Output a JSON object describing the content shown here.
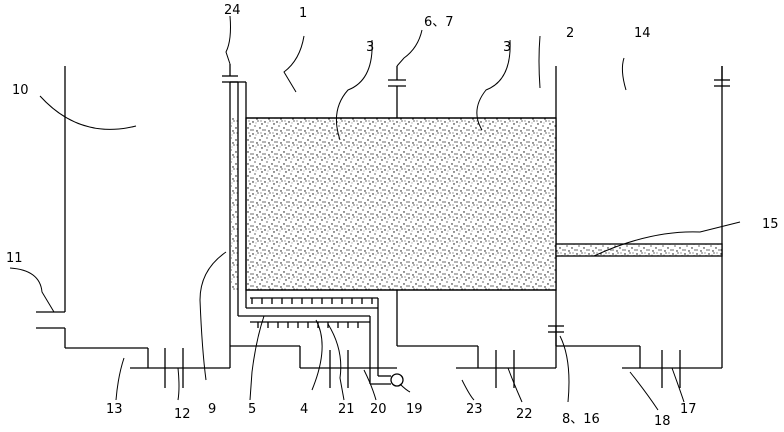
{
  "labels": {
    "l1": "1",
    "l2": "2",
    "l3a": "3",
    "l3b": "3",
    "l4": "4",
    "l5": "5",
    "l6_7": "6、7",
    "l8_16": "8、16",
    "l9": "9",
    "l10": "10",
    "l11": "11",
    "l12": "12",
    "l13": "13",
    "l14": "14",
    "l15": "15",
    "l17": "17",
    "l18": "18",
    "l19": "19",
    "l20": "20",
    "l21": "21",
    "l22": "22",
    "l23": "23",
    "l24": "24"
  },
  "colors": {
    "line": "#000000",
    "fill_dots": "#000000",
    "background": "#ffffff"
  }
}
